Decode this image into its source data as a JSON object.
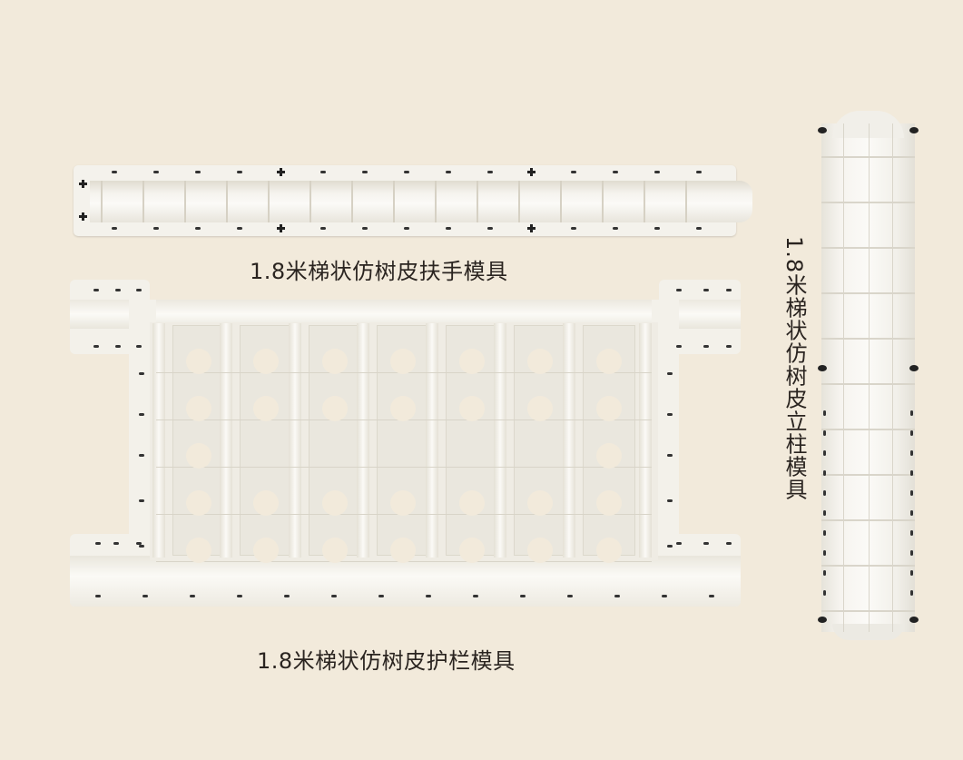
{
  "background_color": "#f2eadb",
  "products": [
    {
      "id": "handrail",
      "caption": "1.8米梯状仿树皮扶手模具",
      "orientation": "horizontal"
    },
    {
      "id": "railing",
      "caption": "1.8米梯状仿树皮护栏模具",
      "orientation": "horizontal",
      "panel_columns": 7,
      "panel_rows": 5
    },
    {
      "id": "post",
      "caption": "1.8米梯状仿树皮立柱模具",
      "orientation": "vertical"
    }
  ]
}
